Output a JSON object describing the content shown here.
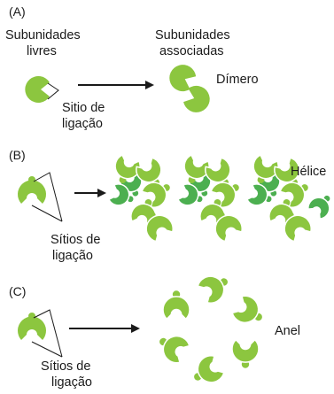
{
  "panels": {
    "a": {
      "label": "(A)",
      "free_label_line1": "Subunidades",
      "free_label_line2": "livres",
      "assoc_label_line1": "Subunidades",
      "assoc_label_line2": "associadas",
      "site_label_line1": "Sitio de",
      "site_label_line2": "ligação",
      "product_label": "Dímero"
    },
    "b": {
      "label": "(B)",
      "site_label_line1": "Sítios de",
      "site_label_line2": "ligação",
      "product_label": "Hélice"
    },
    "c": {
      "label": "(C)",
      "site_label_line1": "Sítios de",
      "site_label_line2": "ligação",
      "product_label": "Anel"
    }
  },
  "colors": {
    "subunit_light": "#8cc63f",
    "subunit_dark": "#4caf50",
    "subunit_outline": "#ffffff",
    "text": "#1a1a1a"
  },
  "icons": {
    "subunit": "pacman-subunit-icon",
    "arrow": "right-arrow-icon"
  }
}
